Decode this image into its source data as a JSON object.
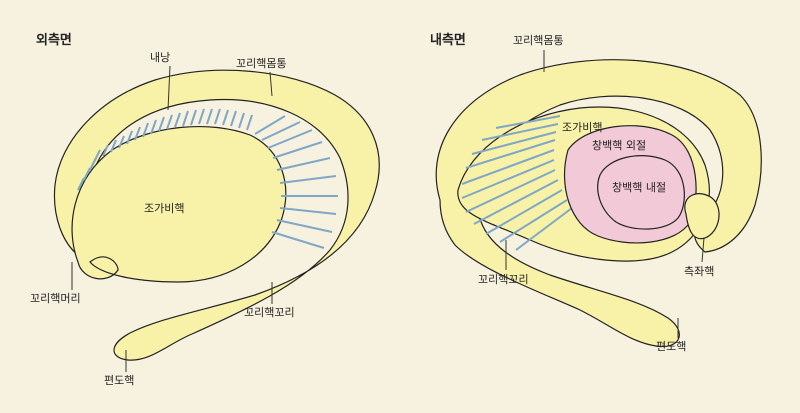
{
  "lateral": {
    "title": "외측면",
    "labels": {
      "internal_capsule": "내낭",
      "caudate_body": "꼬리핵몸통",
      "putamen": "조가비핵",
      "caudate_head": "꼬리핵머리",
      "caudate_tail": "꼬리핵꼬리",
      "amygdala": "편도핵"
    }
  },
  "medial": {
    "title": "내측면",
    "labels": {
      "caudate_body": "꼬리핵몸통",
      "putamen": "조가비핵",
      "gp_external": "창백핵 외절",
      "gp_internal": "창백핵 내절",
      "caudate_tail": "꼬리핵꼬리",
      "nucleus_accumbens": "측좌핵",
      "amygdala": "편도핵"
    }
  },
  "colors": {
    "background": "#f7f1df",
    "nucleus_fill": "#f8f2a8",
    "internal_capsule_fibers": "#7fa7c6",
    "globus_pallidus_fill": "#f2c9d6"
  }
}
